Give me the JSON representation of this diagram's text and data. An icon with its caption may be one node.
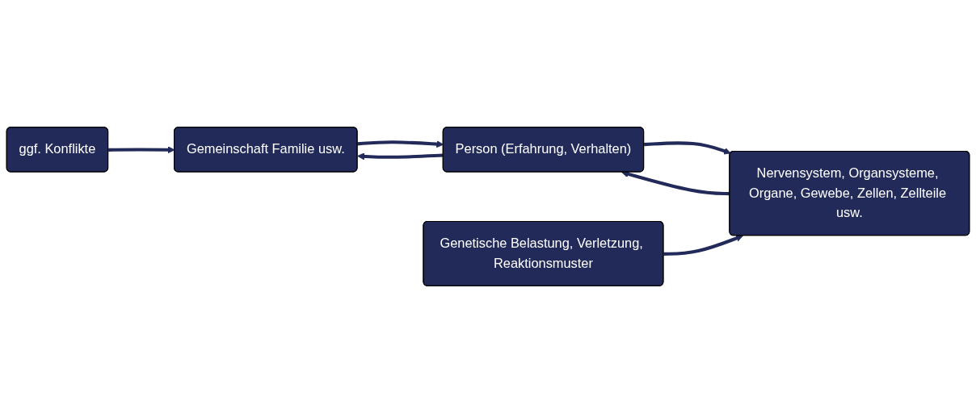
{
  "diagram": {
    "nodes": [
      {
        "text": [
          "Gemeinschaft Familie usw."
        ]
      },
      {
        "text": [
          "ggf. Konflikte"
        ]
      },
      {
        "text": [
          "Person (Erfahrung, Verhalten)"
        ]
      },
      {
        "text": [
          "Nervensystem, Organsysteme, Organe, Gewebe, Zellen, Zellteile usw."
        ]
      },
      {
        "text": [
          "Genetische Belastung, Verletzung, Reaktionsmuster"
        ]
      }
    ],
    "edges": [
      {
        "from": 1,
        "to": 0,
        "arrow": "to"
      },
      {
        "from": 0,
        "to": 2,
        "arrow": "to"
      },
      {
        "from": 2,
        "to": 0,
        "arrow": "to"
      },
      {
        "from": 3,
        "to": 2,
        "arrow": "to"
      },
      {
        "from": 2,
        "to": 3,
        "arrow": "to"
      },
      {
        "from": 4,
        "to": 3,
        "arrow": "to"
      }
    ]
  }
}
